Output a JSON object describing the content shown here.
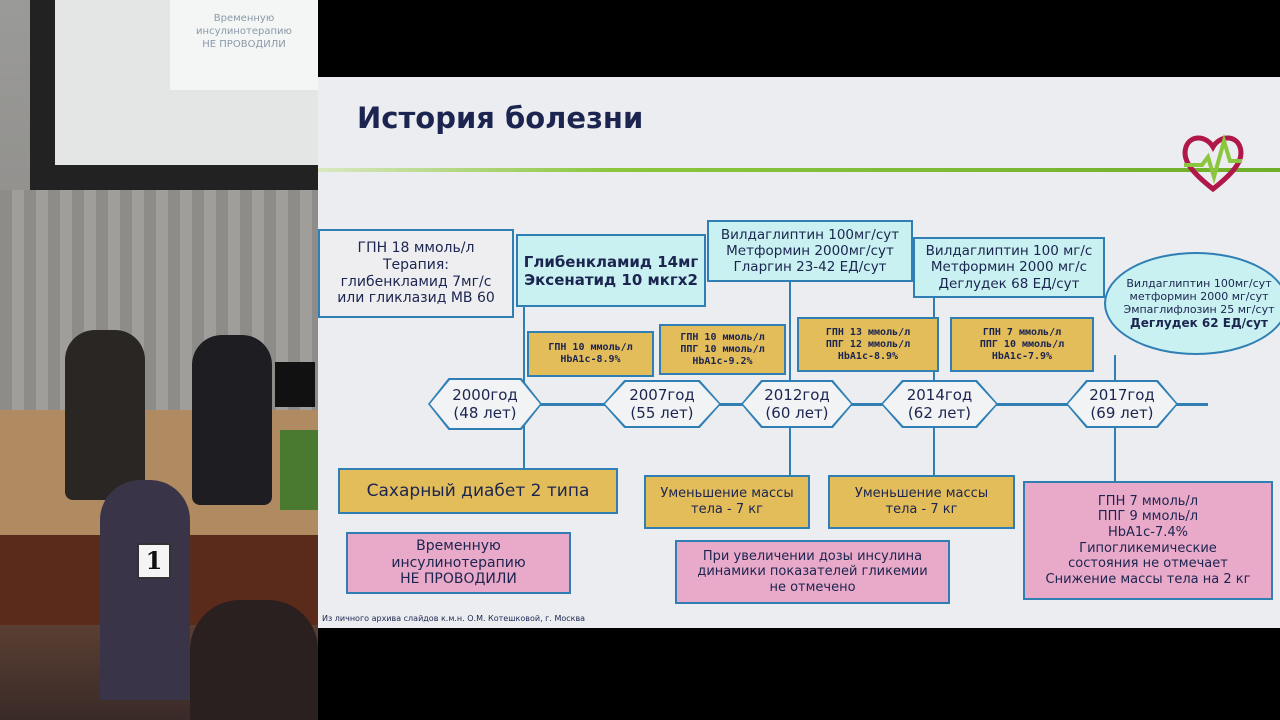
{
  "screen_background": {
    "text": [
      "Временную",
      "инсулинотерапию",
      "НЕ ПРОВОДИЛИ"
    ]
  },
  "podium_number": "1",
  "slide": {
    "title": "История болезни",
    "colors": {
      "title": "#1b2550",
      "border": "#2f7fb5",
      "cyan": "#c9f1f1",
      "yellow": "#e3bd5a",
      "pink": "#e9a9c9",
      "accent_line": "#8cc63f"
    },
    "therapy_2000": "ГПН 18 ммоль/л\nТерапия:\nглибенкламид 7мг/с\nили гликлазид МВ 60",
    "therapy_2007": "Глибенкламид 14мг\nЭксенатид 10 мкгх2",
    "therapy_2012": "Вилдаглиптин  100мг/сут\nМетформин 2000мг/сут\nГларгин 23-42 ЕД/сут",
    "therapy_2014": "Вилдаглиптин  100 мг/с\nМетформин 2000 мг/с\nДеглудек 68 ЕД/сут",
    "therapy_2017": [
      "Вилдаглиптин 100мг/сут",
      "метформин 2000 мг/сут",
      "Эмпаглифлозин 25 мг/сут",
      "Деглудек 62 ЕД/сут"
    ],
    "labs": [
      "ГПН 10 ммоль/л\nHbA1c-8.9%",
      "ГПН 10 ммоль/л\nППГ 10 ммоль/л\nHbA1c-9.2%",
      "ГПН 13 ммоль/л\nППГ 12 ммоль/л\nHbA1c-8.9%",
      "ГПН 7 ммоль/л\nППГ 10 ммоль/л\nHbA1c-7.9%"
    ],
    "timeline": [
      "2000год\n(48 лет)",
      "2007год\n(55 лет)",
      "2012год\n(60 лет)",
      "2014год\n(62 лет)",
      "2017год\n(69 лет)"
    ],
    "diagnosis": "Сахарный диабет 2 типа",
    "no_insulin": "Временную\nинсулинотерапию\nНЕ ПРОВОДИЛИ",
    "weight_2012": "Уменьшение массы\nтела - 7 кг",
    "weight_2014": "Уменьшение массы\nтела - 7 кг",
    "insulin_note": "При увеличении дозы инсулина\nдинамики показателей гликемии\nне отмечено",
    "outcome_2017": "ГПН 7 ммоль/л\nППГ 9 ммоль/л\nHbA1c-7.4%\nГипогликемические\nсостояния не отмечает\nСнижение массы тела на 2 кг",
    "footer": "Из личного архива слайдов к.м.н. О.М. Котешковой, г. Москва"
  }
}
